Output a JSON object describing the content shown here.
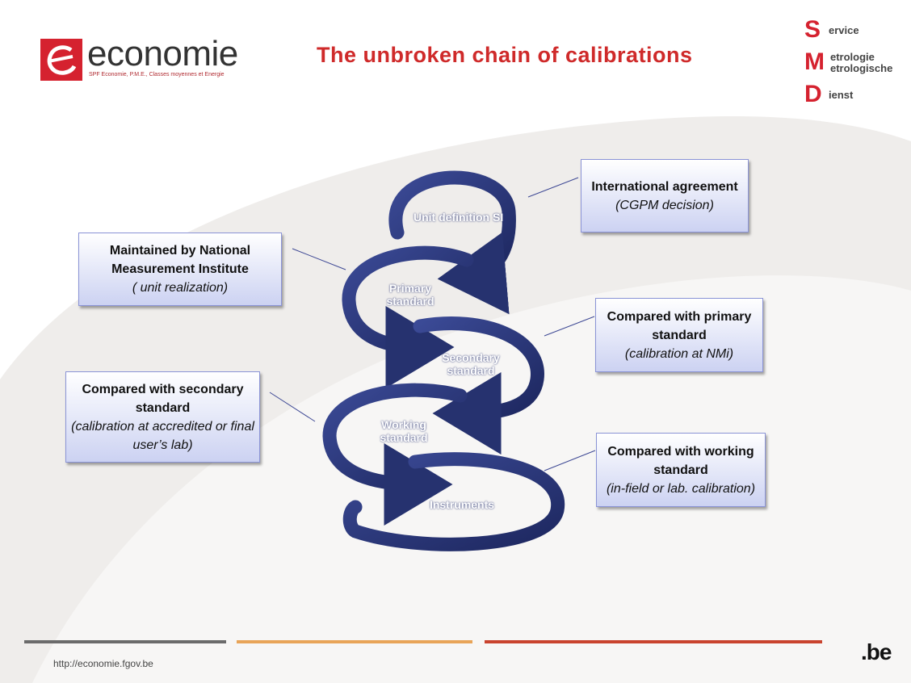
{
  "header": {
    "logo_word": "economie",
    "logo_subtitle": "SPF Economie, P.M.E., Classes moyennes et Energie",
    "title": "The unbroken chain of calibrations"
  },
  "smd_logo": [
    {
      "letter": "S",
      "word": "ervice"
    },
    {
      "letter": "M",
      "word": "etrologie\netrologische"
    },
    {
      "letter": "D",
      "word": "ienst"
    }
  ],
  "chain": {
    "levels": [
      "Unit definition SI",
      "Primary standard",
      "Secondary standard",
      "Working standard",
      "Instruments"
    ]
  },
  "boxes": {
    "international": {
      "bold": "International agreement",
      "italic": "(CGPM decision)"
    },
    "national": {
      "bold": "Maintained by National Measurement Institute",
      "italic": "( unit realization)"
    },
    "primary": {
      "bold": "Compared with primary standard",
      "italic": "(calibration at NMi)"
    },
    "secondary": {
      "bold": "Compared with secondary standard",
      "italic": "(calibration at accredited or final user’s lab)"
    },
    "working": {
      "bold": "Compared with working standard",
      "italic": "(in-field or lab. calibration)"
    }
  },
  "footer": {
    "url": "http://economie.fgov.be",
    "domain_mark": ".be"
  },
  "colors": {
    "brand_red": "#d5222f",
    "title_red": "#cf2a2a",
    "chain_blue": "#26326f",
    "footer_grey": "#6b6b6b",
    "footer_orange": "#e8a458",
    "footer_red": "#c9432e"
  }
}
